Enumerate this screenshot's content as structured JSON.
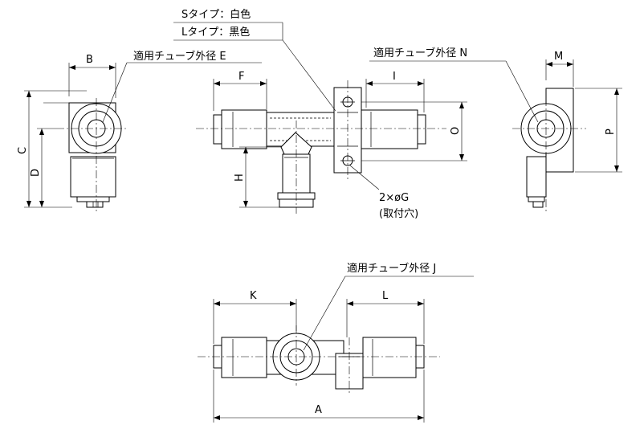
{
  "callouts": {
    "color_s": "Sタイプ：白色",
    "color_l": "Lタイプ：黒色",
    "tube_e": "適用チューブ外径 E",
    "tube_n": "適用チューブ外径 N",
    "tube_j": "適用チューブ外径 J",
    "mount_holes": "2×øG",
    "mount_holes_note": "(取付穴)"
  },
  "dimensions": {
    "A": "A",
    "B": "B",
    "C": "C",
    "D": "D",
    "F": "F",
    "H": "H",
    "I": "I",
    "K": "K",
    "L": "L",
    "M": "M",
    "O": "O",
    "P": "P"
  }
}
